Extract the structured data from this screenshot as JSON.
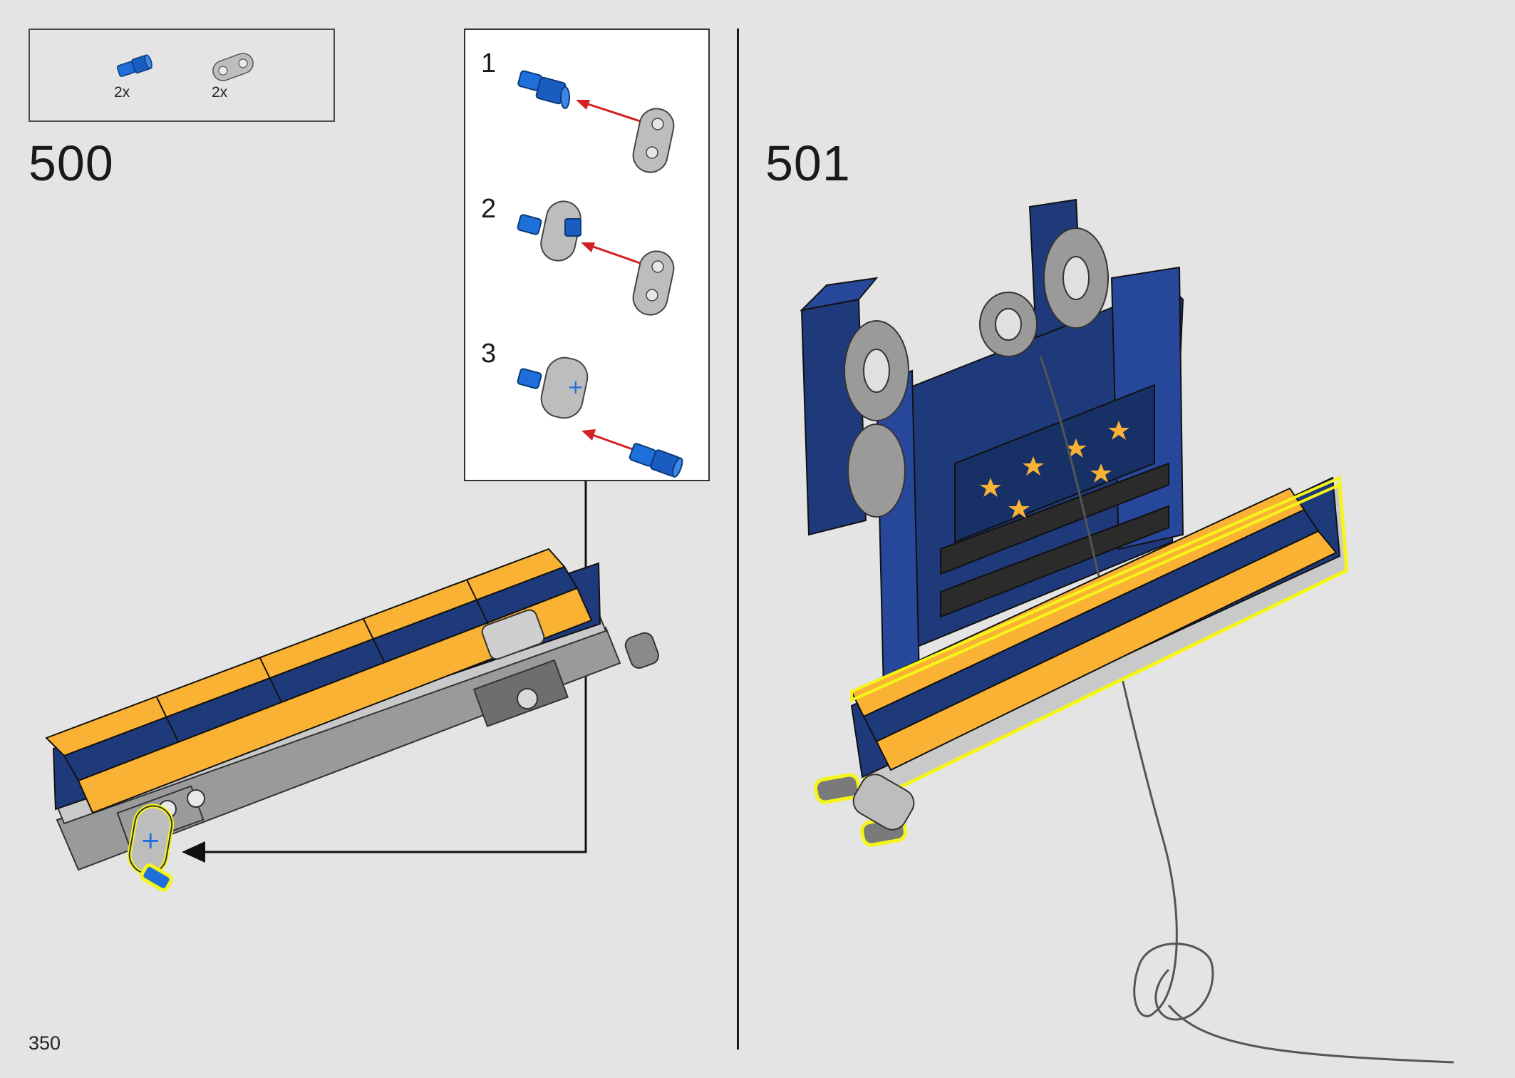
{
  "page": {
    "number": "350"
  },
  "parts_list": {
    "items": [
      {
        "name": "blue-axle-pin",
        "quantity": "2x"
      },
      {
        "name": "gray-liftarm-1x2",
        "quantity": "2x"
      }
    ]
  },
  "step_500": {
    "number": "500",
    "substeps": [
      {
        "number": "1"
      },
      {
        "number": "2"
      },
      {
        "number": "3"
      }
    ]
  },
  "step_501": {
    "number": "501"
  },
  "colors": {
    "background": "#e4e4e4",
    "brick_blue": "#1e3a7a",
    "brick_yellow": "#f9b233",
    "pin_blue": "#1e6fd9",
    "liftarm_gray": "#bdbdbd",
    "highlight": "#f5f51a",
    "arrow_red": "#d42020"
  }
}
